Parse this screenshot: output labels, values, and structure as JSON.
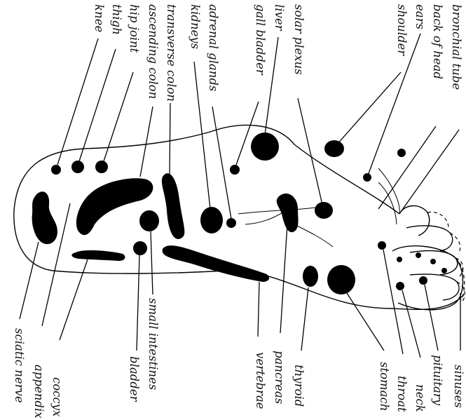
{
  "diagram": {
    "labels_top": [
      {
        "key": "bronchial_tube",
        "text": "bronchial tube"
      },
      {
        "key": "back_of_head",
        "text": "back of head"
      },
      {
        "key": "ears",
        "text": "ears"
      },
      {
        "key": "shoulder",
        "text": "shoulder"
      },
      {
        "key": "solar_plexus",
        "text": "solar plexus"
      },
      {
        "key": "liver",
        "text": "liver"
      },
      {
        "key": "gall_bladder",
        "text": "gall bladder"
      },
      {
        "key": "adrenal_glands",
        "text": "adrenal glands"
      },
      {
        "key": "kidneys",
        "text": "kidneys"
      },
      {
        "key": "transverse_colon",
        "text": "transverse colon"
      },
      {
        "key": "ascending_colon",
        "text": "ascending colon"
      },
      {
        "key": "hip_joint",
        "text": "hip joint"
      },
      {
        "key": "thigh",
        "text": "thigh"
      },
      {
        "key": "knee",
        "text": "knee"
      }
    ],
    "labels_bottom": [
      {
        "key": "sinuses",
        "text": "sinuses"
      },
      {
        "key": "pituitary",
        "text": "pituitary"
      },
      {
        "key": "neck",
        "text": "neck"
      },
      {
        "key": "throat",
        "text": "throat"
      },
      {
        "key": "stomach",
        "text": "stomach"
      },
      {
        "key": "thyroid",
        "text": "thyroid"
      },
      {
        "key": "pancreas",
        "text": "pancreas"
      },
      {
        "key": "vertebrae",
        "text": "vertebrae"
      },
      {
        "key": "small_intestines",
        "text": "small intestines"
      },
      {
        "key": "bladder",
        "text": "bladder"
      },
      {
        "key": "coccyx",
        "text": "coccyx"
      },
      {
        "key": "appendix",
        "text": "appendix"
      },
      {
        "key": "sciatic_nerve",
        "text": "sciatic nerve"
      }
    ]
  }
}
